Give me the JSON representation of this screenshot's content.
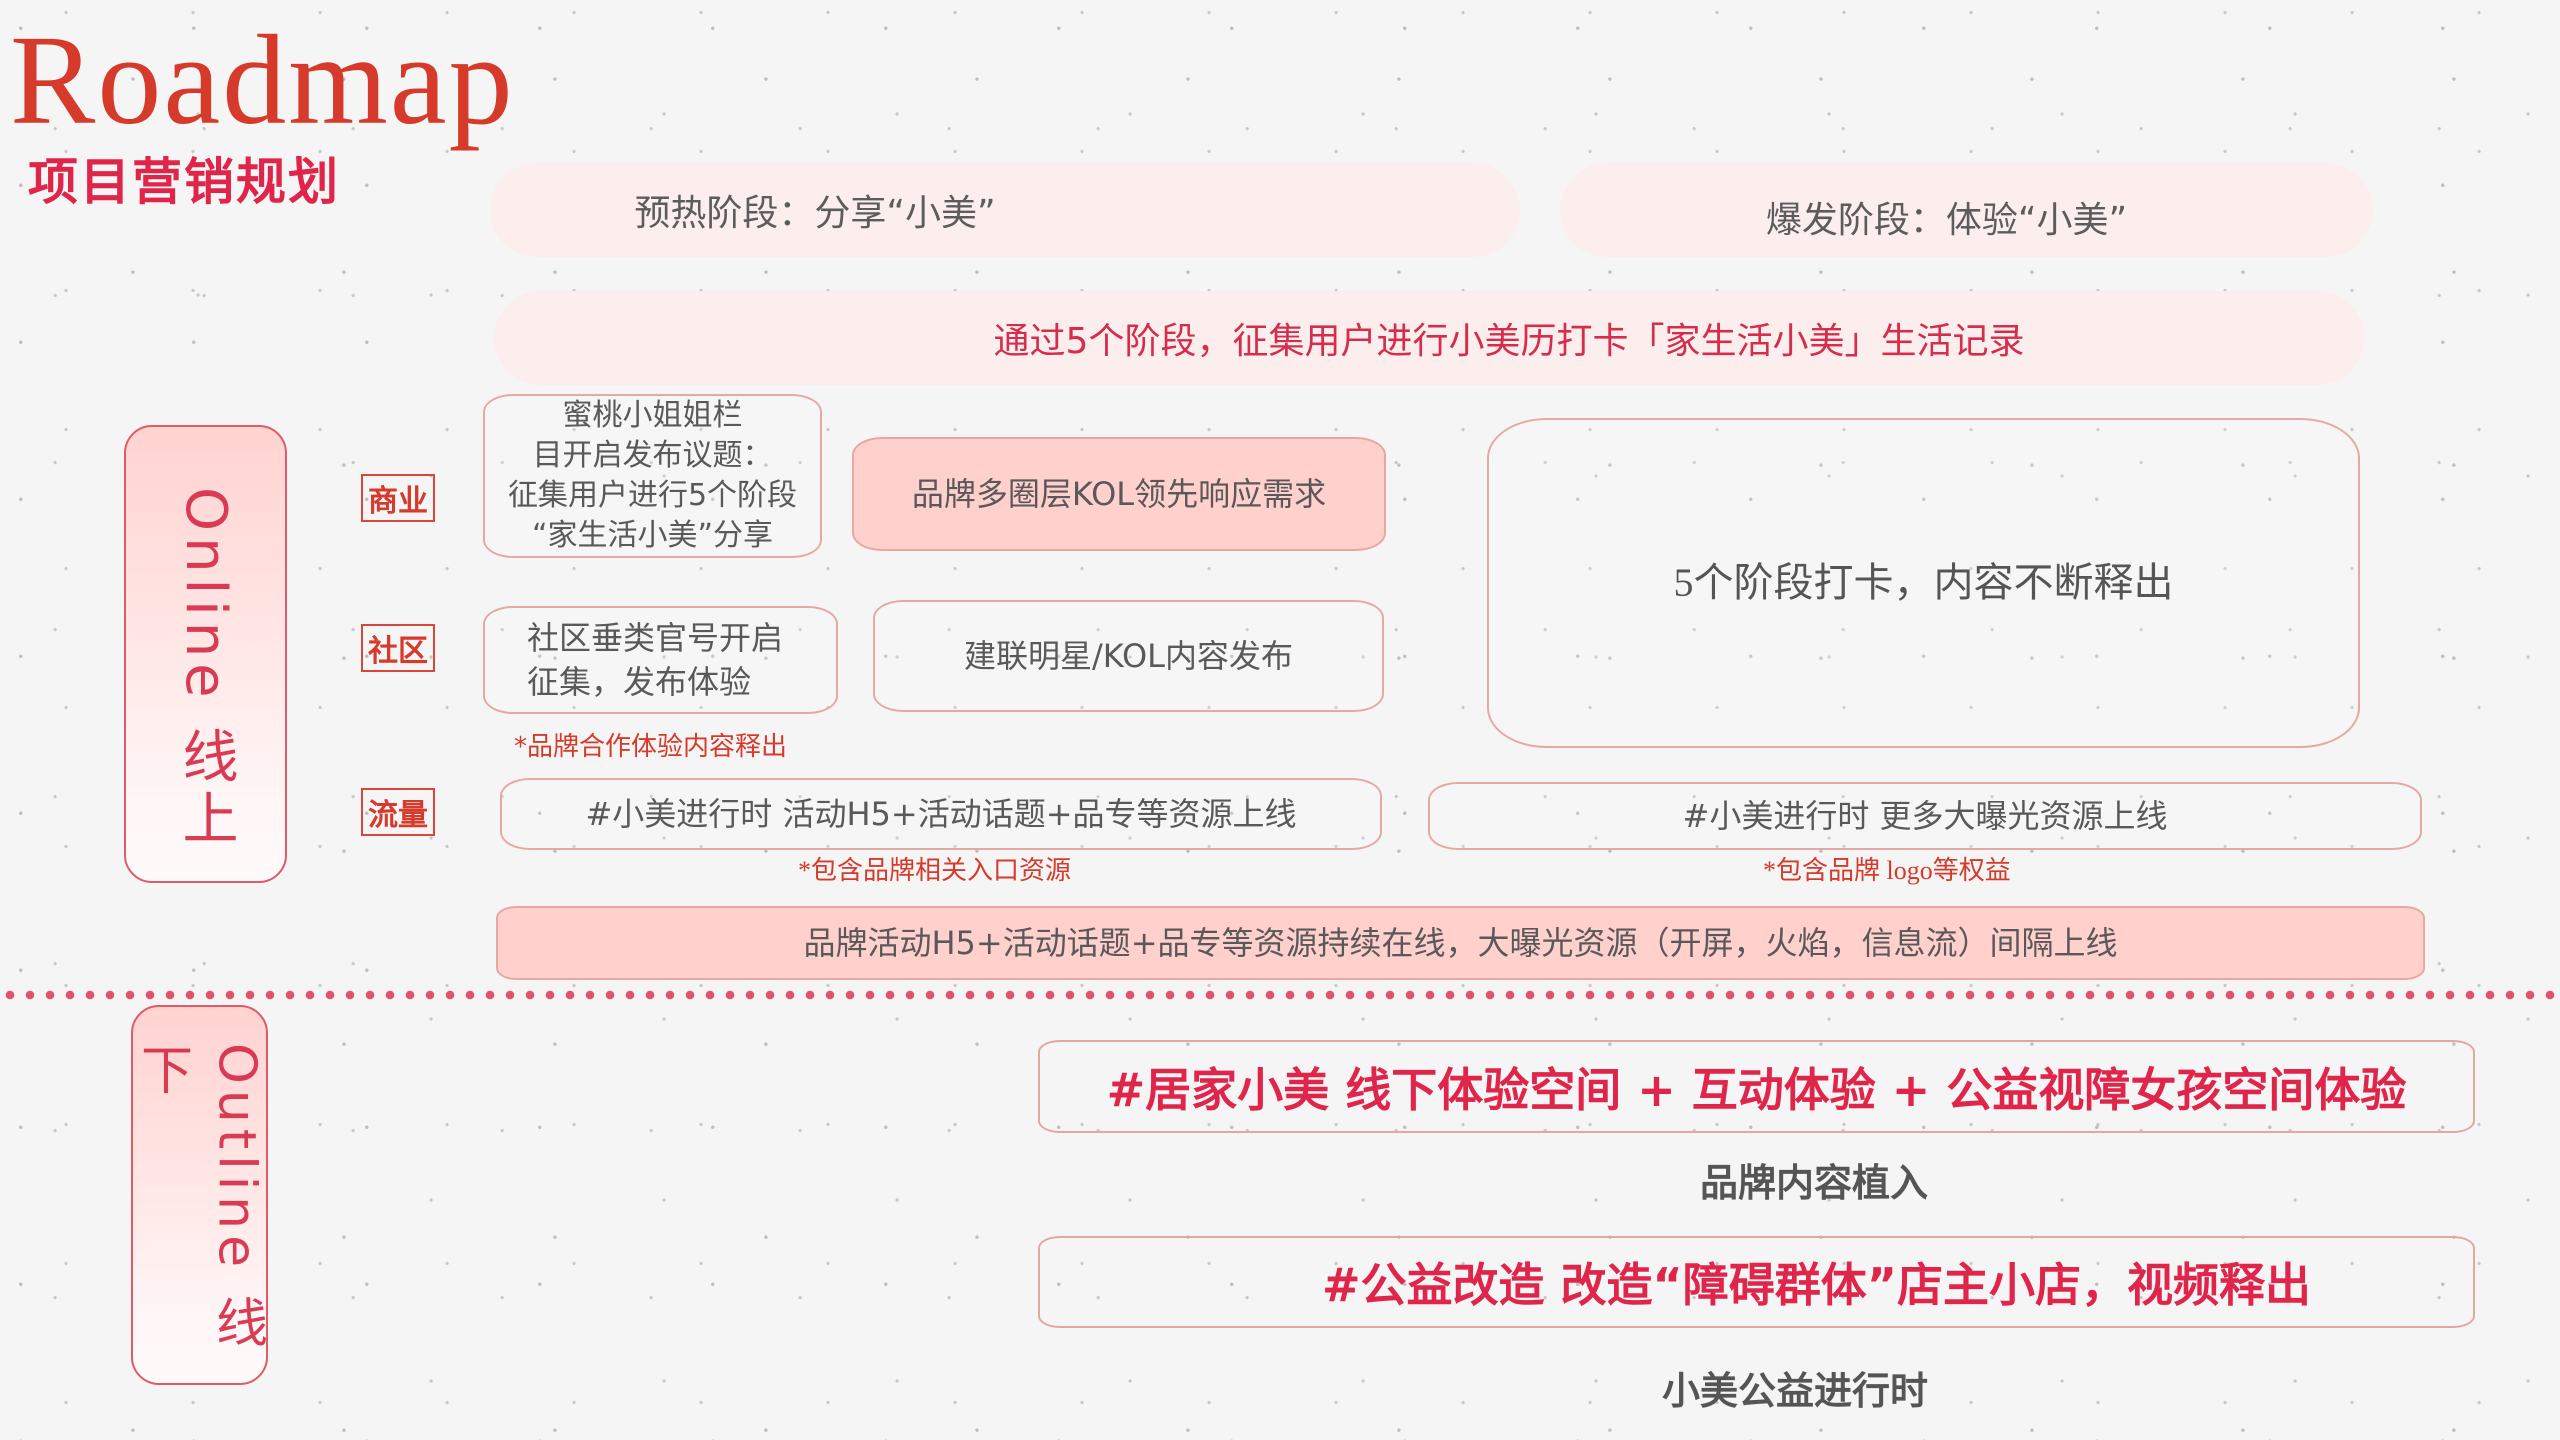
{
  "header": {
    "title_en": "Roadmap",
    "title_cn": "项目营销规划"
  },
  "stages": {
    "warmup": "预热阶段：分享“小美”",
    "burst": "爆发阶段：体验“小美”",
    "summary": "通过5个阶段，征集用户进行小美历打卡「家生活小美」生活记录"
  },
  "online": {
    "side_label": "Online 线上",
    "tags": {
      "business": "商业",
      "community": "社区",
      "traffic": "流量"
    },
    "boxes": {
      "peach_column": "蜜桃小姐姐栏\n目开启发布议题：\n征集用户进行5个阶段\n“家生活小美”分享",
      "community_official": "社区垂类官号开启\n征集，发布体验",
      "kol_lead": "品牌多圈层KOL领先响应需求",
      "kol_publish": "建联明星/KOL内容发布",
      "five_stage": "5个阶段打卡，内容不断释出",
      "traffic_row1": "#小美进行时 活动H5+活动话题+品专等资源上线",
      "traffic_row2": "#小美进行时 更多大曝光资源上线",
      "traffic_long": "品牌活动H5+活动话题+品专等资源持续在线，大曝光资源（开屏，火焰，信息流）间隔上线"
    },
    "notes": {
      "brand_coop": "*品牌合作体验内容释出",
      "entry_resources": "*包含品牌相关入口资源",
      "logo_rights": "*包含品牌 logo等权益"
    }
  },
  "offline": {
    "side_label": "Outline 线下",
    "items": [
      {
        "headline": "#居家小美 线下体验空间 + 互动体验 + 公益视障女孩空间体验",
        "caption": "品牌内容植入"
      },
      {
        "headline": "#公益改造 改造“障碍群体”店主小店，视频释出",
        "caption": "小美公益进行时"
      }
    ]
  },
  "colors": {
    "title_red": "#d63a2a",
    "accent_pink": "#e0254b",
    "pill_bg": "#fbeeec",
    "box_fill": "#ffd0cc",
    "box_border": "#e3aaa5",
    "divider_dot": "#e2536b"
  }
}
